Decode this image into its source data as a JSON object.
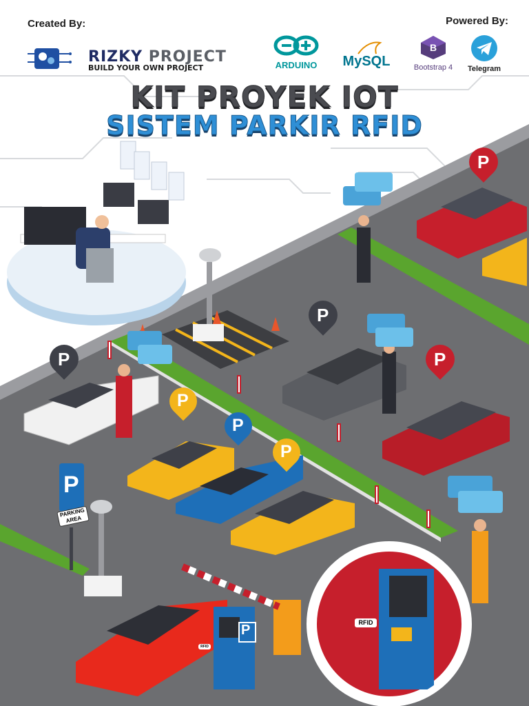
{
  "header": {
    "created_by": "Created By:",
    "powered_by": "Powered By:"
  },
  "brand": {
    "name_part1": "RIZKY",
    "name_part2": "PROJECT",
    "tagline": "BUILD YOUR OWN PROJECT"
  },
  "sponsors": [
    {
      "name": "ARDUINO",
      "color": "#00979c"
    },
    {
      "name": "MySQL",
      "color": "#00758f"
    },
    {
      "name": "Bootstrap 4",
      "color": "#563d7c"
    },
    {
      "name": "Telegram",
      "color": "#2aa1da"
    }
  ],
  "title": {
    "line1": "KIT PROYEK IOT",
    "line2": "SISTEM PARKIR RFID"
  },
  "signs": {
    "parking_letter": "P",
    "parking_area": "PARKING AREA",
    "rfid": "RFID"
  },
  "colors": {
    "road": "#6d6e71",
    "grass": "#5aa52e",
    "accent_blue": "#2f8fd6",
    "sign_red": "#c61f2c",
    "sign_yellow": "#f3b51b",
    "sign_blue": "#1e6fb8"
  }
}
